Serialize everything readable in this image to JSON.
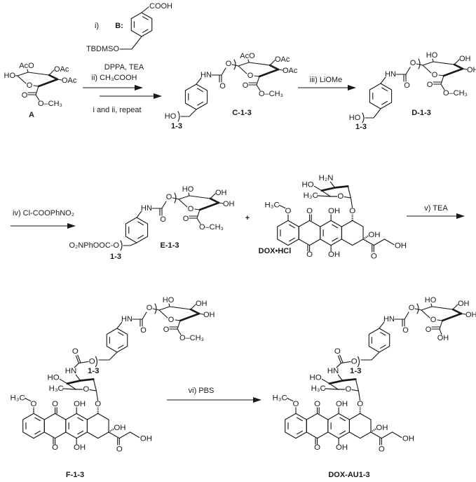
{
  "reagents": {
    "step1_label": "i)",
    "B_label": "B:",
    "B_COOH": "COOH",
    "B_TBDMSO": "TBDMSO",
    "step1_conditions": "DPPA, TEA",
    "step2": "ii) CH₃COOH",
    "repeat": "i and ii, repeat",
    "step3": "iii) LiOMe",
    "step4": "iv) Cl-COOPhNO₂",
    "step5": "v) TEA",
    "step6": "vi) PBS",
    "plus": "+"
  },
  "compounds": {
    "A": "A",
    "C": "C-1-3",
    "D": "D-1-3",
    "E": "E-1-3",
    "DOX": "DOX•HCl",
    "F": "F-1-3",
    "DOXAU": "DOX-AU1-3"
  },
  "repeat_unit": "1-3",
  "atoms": {
    "O": "O",
    "OH": "OH",
    "HO": "HO",
    "OAc": "OAc",
    "AcO": "AcO",
    "HN": "HN",
    "H2N": "H₂N",
    "H3C": "H₃C",
    "OCH3": "O–CH₃",
    "activated_carbonate": "O₂NPhOOC-O"
  },
  "colors": {
    "aryl_highlight": "#e6e61e",
    "bond": "#1a1a1a"
  }
}
